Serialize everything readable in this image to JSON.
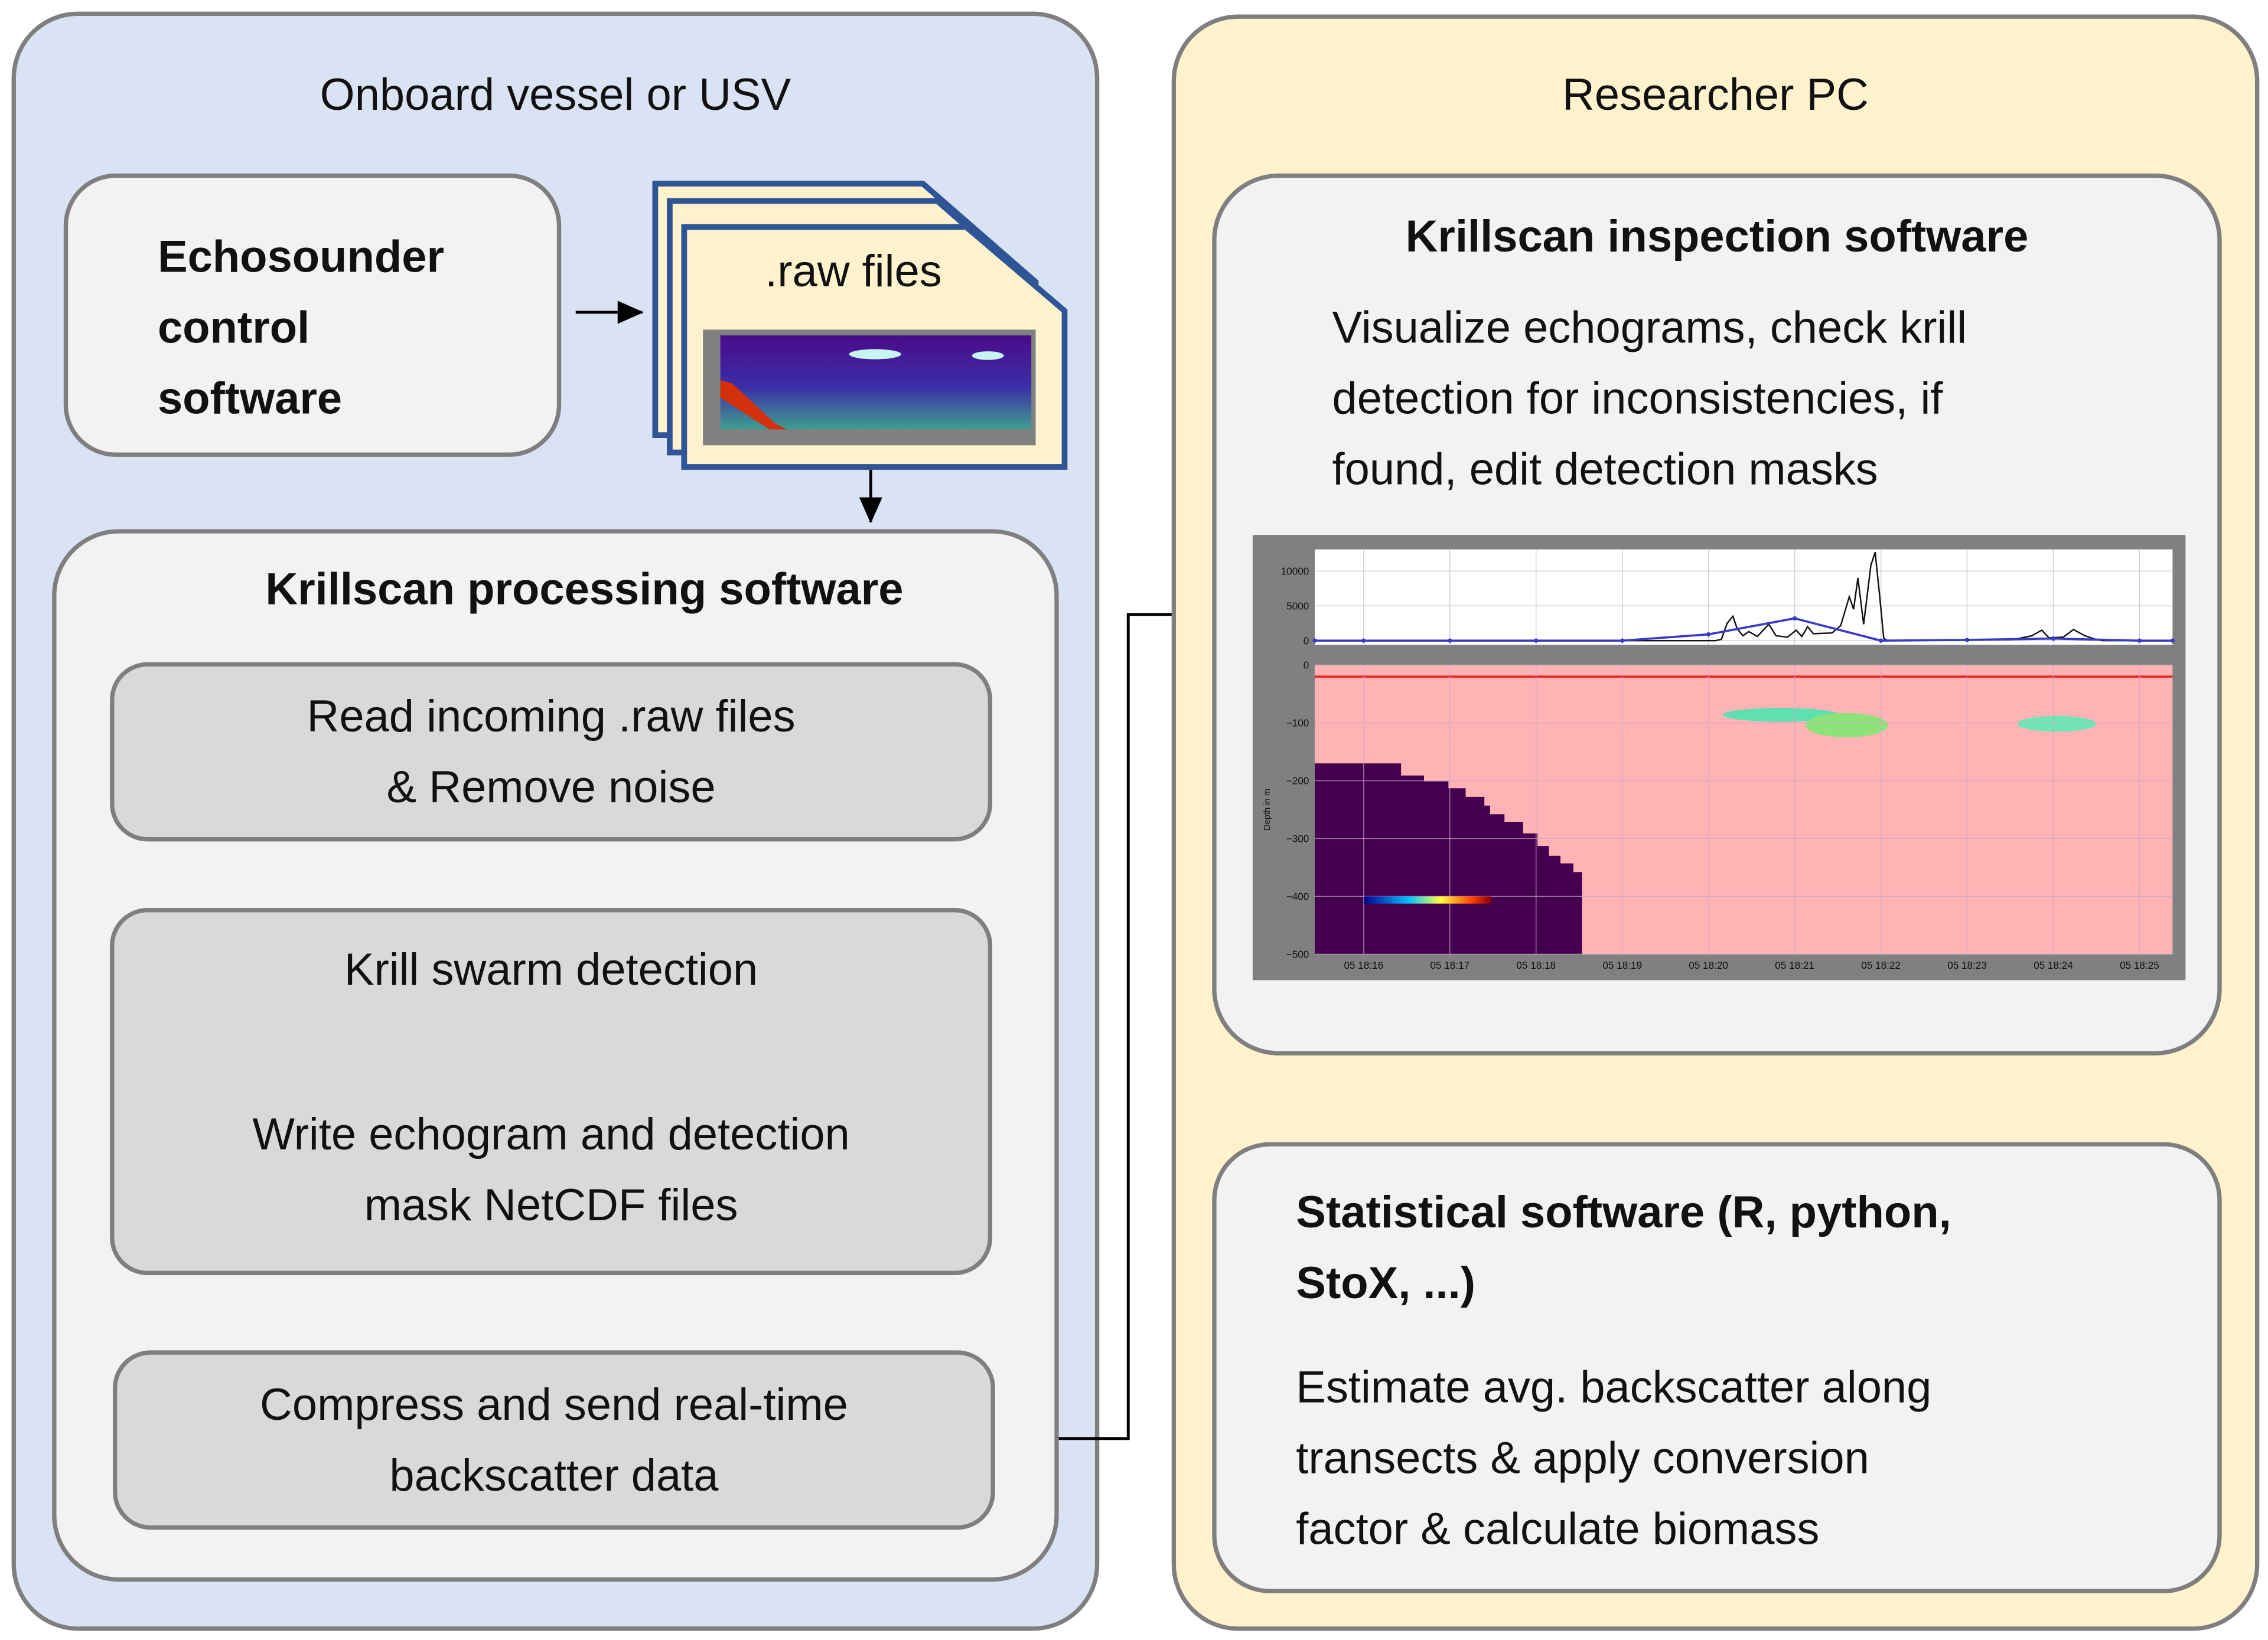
{
  "left_panel": {
    "title": "Onboard vessel or USV",
    "echosounder": {
      "lines": [
        "Echosounder",
        "control",
        "software"
      ]
    },
    "raw_files": {
      "label": ".raw files"
    },
    "processing": {
      "title": "Krillscan processing software",
      "step1": [
        "Read incoming .raw files",
        "& Remove noise"
      ],
      "step2a": "Krill swarm detection",
      "step2b": [
        "Write echogram and detection",
        "mask NetCDF files"
      ],
      "step3": [
        "Compress and send real-time",
        "backscatter data"
      ]
    }
  },
  "right_panel": {
    "title": "Researcher PC",
    "inspection": {
      "title": "Krillscan inspection software",
      "lines": [
        "Visualize echograms, check krill",
        "detection for inconsistencies, if",
        "found, edit detection masks"
      ]
    },
    "statistical": {
      "title_lines": [
        "Statistical software (R, python,",
        "StoX, ...)"
      ],
      "lines": [
        "Estimate avg. backscatter along",
        "transects & apply conversion",
        "factor & calculate biomass"
      ]
    }
  },
  "colors": {
    "left_panel_bg": "#dae3f3",
    "right_panel_bg": "#fff2cc",
    "box_bg": "#f2f2f2",
    "step_bg": "#d9d9d9",
    "file_border": "#2f5597",
    "mask_pink": "#ffb3b5",
    "seabed_purple": "#44004f",
    "surface_line": "#e8282c",
    "series_black": "#111111",
    "series_blue": "#3a3ac8"
  },
  "chart_data": [
    {
      "type": "line",
      "x_ticks": [
        "05 18:16",
        "05 18:17",
        "05 18:18",
        "05 18:19",
        "05 18:20",
        "05 18:21",
        "05 18:22",
        "05 18:23",
        "05 18:24",
        "05 18:25"
      ],
      "y_ticks": [
        0,
        5000,
        10000
      ],
      "ylim": [
        -600,
        13100
      ],
      "grid": true,
      "series": [
        {
          "color": "#111111",
          "x": [
            "18:15:26",
            "18:20:05",
            "18:20:09",
            "18:20:13",
            "18:20:17",
            "18:20:20",
            "18:20:24",
            "18:20:28",
            "18:20:34",
            "18:20:42",
            "18:20:47",
            "18:20:55",
            "18:21:01",
            "18:21:05",
            "18:21:09",
            "18:21:13",
            "18:21:26",
            "18:21:32",
            "18:21:38",
            "18:21:41",
            "18:21:44",
            "18:21:48",
            "18:21:53",
            "18:21:56",
            "18:21:59",
            "18:22:02",
            "18:22:05",
            "18:23:32",
            "18:23:45",
            "18:23:52",
            "18:23:57",
            "18:24:07",
            "18:24:14",
            "18:24:22",
            "18:24:30",
            "18:24:34",
            "18:25:23"
          ],
          "y": [
            0,
            0,
            200,
            2500,
            3500,
            1700,
            700,
            1300,
            600,
            2350,
            700,
            500,
            1500,
            600,
            2000,
            1000,
            1100,
            2150,
            6300,
            4500,
            9000,
            2350,
            10800,
            12700,
            6700,
            300,
            0,
            150,
            700,
            1500,
            400,
            500,
            1600,
            700,
            150,
            0,
            0
          ]
        },
        {
          "color": "#3a3ac8",
          "markers": true,
          "x": [
            "18:15:26",
            "18:16:00",
            "18:17:00",
            "18:18:00",
            "18:19:00",
            "18:20:00",
            "18:21:00",
            "18:22:00",
            "18:23:00",
            "18:24:00",
            "18:25:00",
            "18:25:23"
          ],
          "y": [
            0,
            0,
            0,
            0,
            0,
            900,
            3200,
            0,
            100,
            300,
            0,
            0
          ]
        }
      ]
    },
    {
      "type": "heatmap",
      "ylabel": "Depth in m",
      "x_ticks": [
        "05 18:16",
        "05 18:17",
        "05 18:18",
        "05 18:19",
        "05 18:20",
        "05 18:21",
        "05 18:22",
        "05 18:23",
        "05 18:24",
        "05 18:25"
      ],
      "y_ticks": [
        0,
        -100,
        -200,
        -300,
        -400,
        -500
      ],
      "ylim": [
        -500,
        0
      ],
      "surface_line_depth": -20,
      "seabed_boundary": {
        "x": [
          "18:15:26",
          "18:16:13",
          "18:16:26",
          "18:16:42",
          "18:16:59",
          "18:17:11",
          "18:17:24",
          "18:17:28",
          "18:17:38",
          "18:17:51",
          "18:18:01",
          "18:18:09",
          "18:18:17",
          "18:18:26",
          "18:18:32"
        ],
        "depth": [
          -170,
          -170,
          -191,
          -201,
          -213,
          -228,
          -243,
          -258,
          -271,
          -291,
          -313,
          -330,
          -343,
          -358,
          -364
        ]
      },
      "swarms": [
        {
          "x_start": "18:20:10",
          "x_end": "18:22:05",
          "depth_top": -65,
          "depth_bottom": -125
        },
        {
          "x_start": "18:23:35",
          "x_end": "18:24:30",
          "depth_top": -88,
          "depth_bottom": -115
        }
      ],
      "colorbar": "jet"
    }
  ]
}
